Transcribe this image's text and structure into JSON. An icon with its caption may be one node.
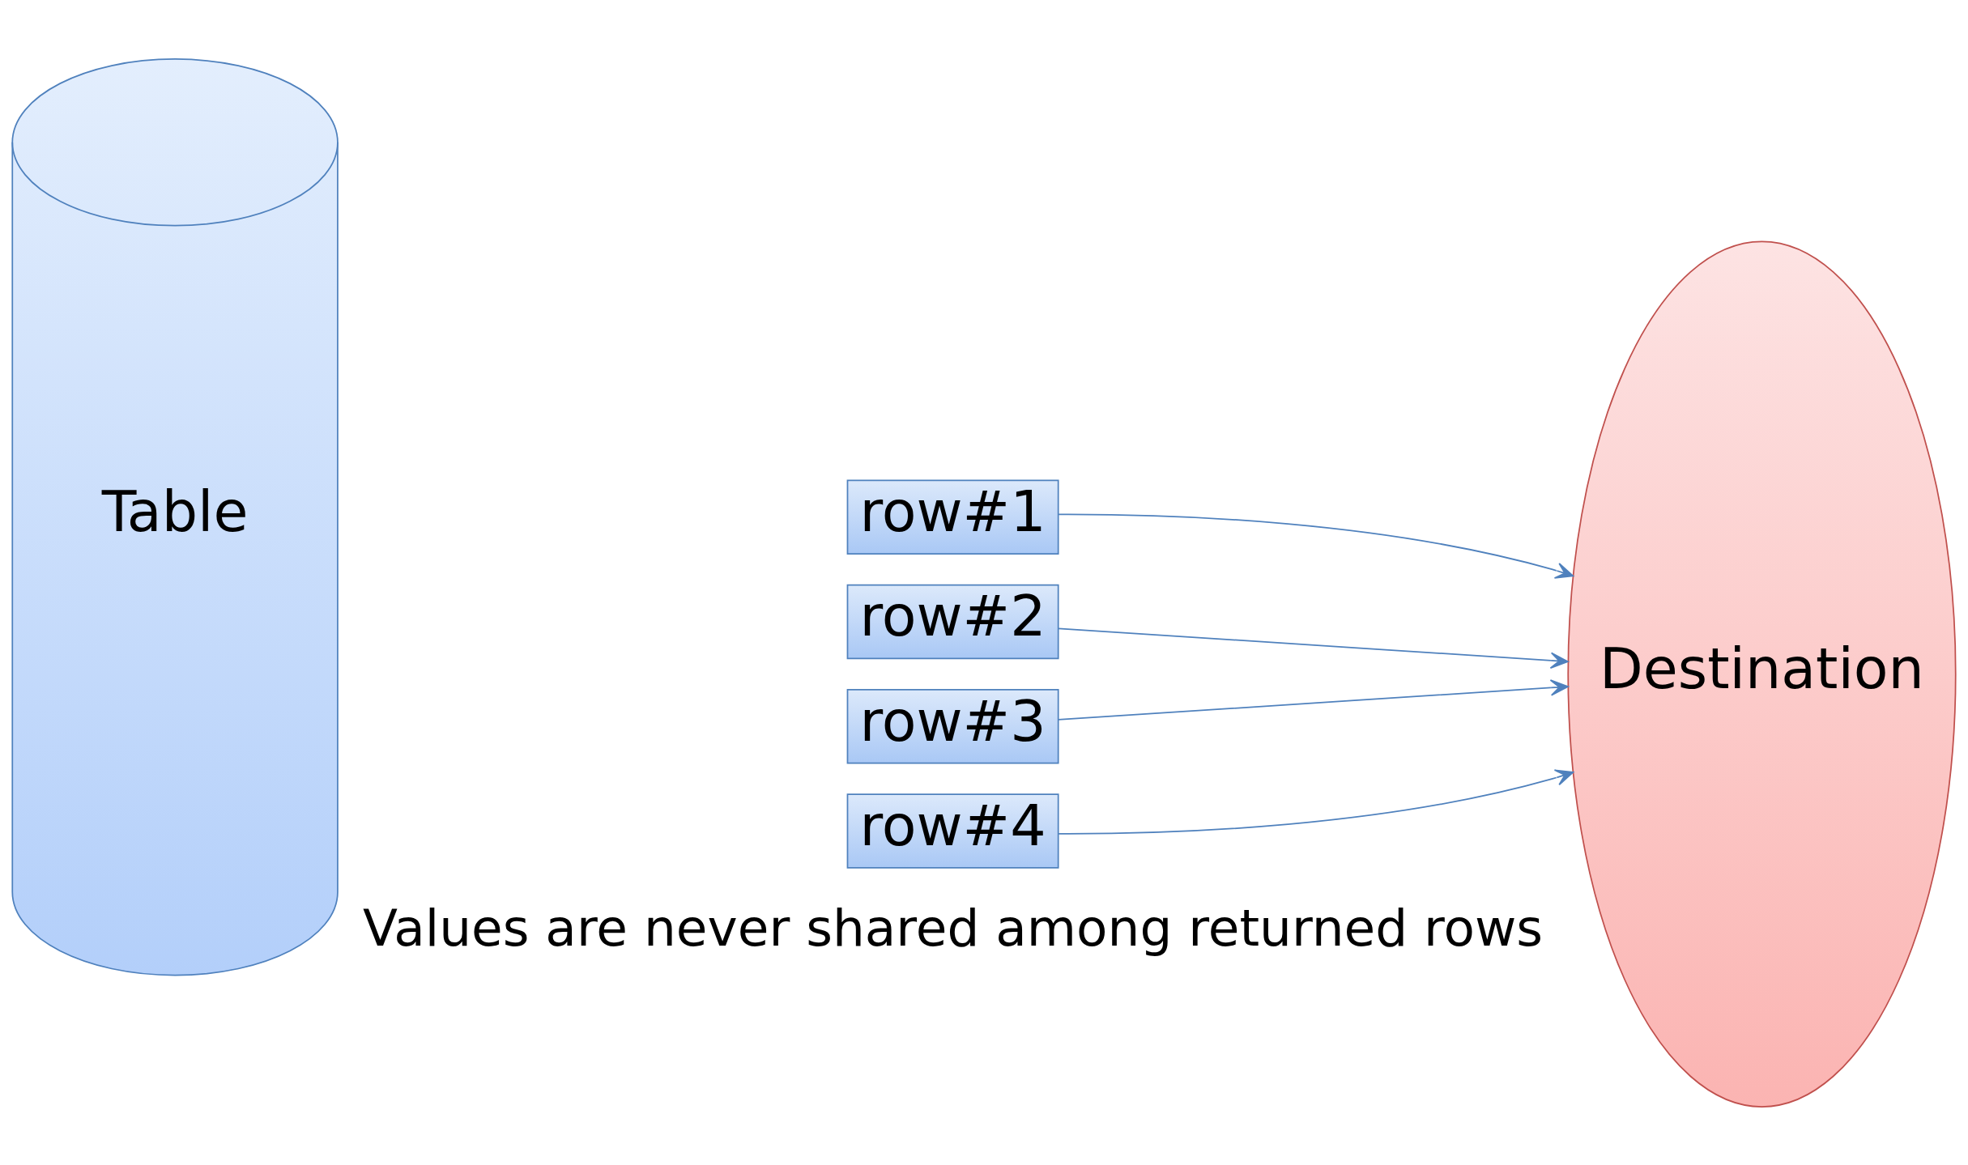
{
  "diagram": {
    "nodes": [
      {
        "text": [
          "Table"
        ]
      },
      {
        "text": [
          "row#1"
        ]
      },
      {
        "text": [
          "row#2"
        ]
      },
      {
        "text": [
          "row#3"
        ]
      },
      {
        "text": [
          "row#4"
        ]
      },
      {
        "text": [
          "Destination"
        ]
      }
    ],
    "edges": [
      {
        "from": 1,
        "to": 5,
        "arrow": "to"
      },
      {
        "from": 2,
        "to": 5,
        "arrow": "to"
      },
      {
        "from": 3,
        "to": 5,
        "arrow": "to"
      },
      {
        "from": 4,
        "to": 5,
        "arrow": "to"
      }
    ],
    "labels": [
      "Values are never shared among returned rows"
    ]
  }
}
